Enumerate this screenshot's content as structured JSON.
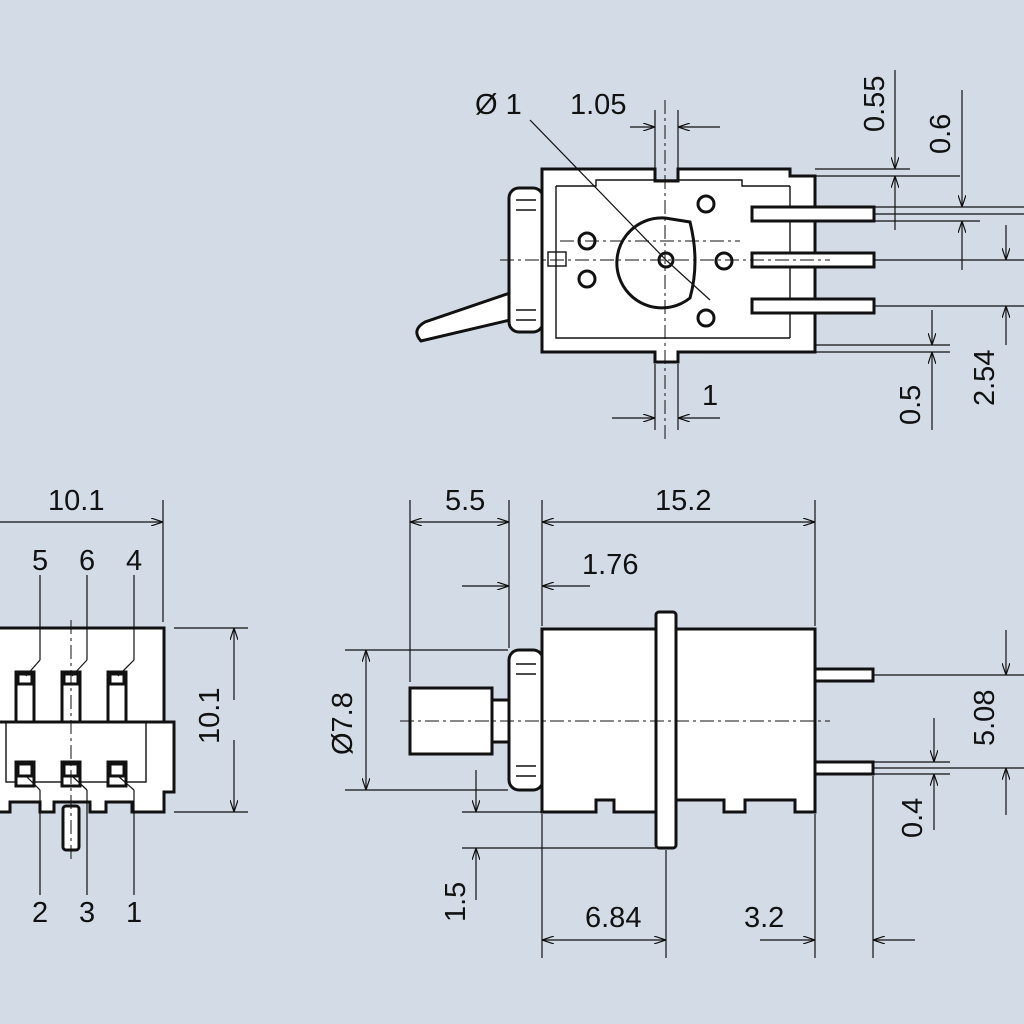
{
  "colors": {
    "background": "#d2dbe6",
    "part_fill": "#ffffff",
    "line": "#111111"
  },
  "top_view": {
    "hole_diameter": "Ø 1",
    "dim_slot_width": "1.05",
    "dim_top_right_a": "0.55",
    "dim_top_right_b": "0.6",
    "dim_slot_bottom": "1",
    "dim_bottom_right_a": "0.5",
    "dim_pin_pitch": "2.54"
  },
  "end_view": {
    "dim_width": "10.1",
    "dim_height": "10.1",
    "pin_top_labels": [
      "5",
      "6",
      "4"
    ],
    "pin_bottom_labels": [
      "2",
      "3",
      "1"
    ]
  },
  "side_view": {
    "dim_actuator_length": "5.5",
    "dim_body_length": "15.2",
    "dim_flange": "1.76",
    "dim_diameter": "Ø7.8",
    "dim_terminal_pitch": "5.08",
    "dim_terminal_thickness": "0.4",
    "dim_tab_length": "1.5",
    "dim_tab_position": "6.84",
    "dim_terminal_length": "3.2"
  }
}
